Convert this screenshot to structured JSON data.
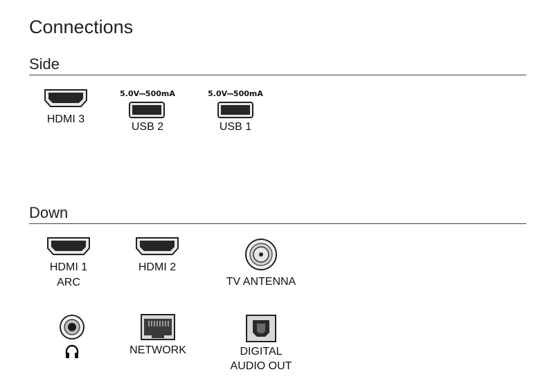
{
  "title": "Connections",
  "sections": {
    "side": {
      "heading": "Side",
      "ports": [
        {
          "label": "HDMI 3",
          "icon": "hdmi-port-icon"
        },
        {
          "label": "USB 2",
          "spec": "5.0V⎓500mA",
          "icon": "usb-port-icon"
        },
        {
          "label": "USB 1",
          "spec": "5.0V⎓500mA",
          "icon": "usb-port-icon"
        }
      ]
    },
    "down": {
      "heading": "Down",
      "ports": [
        {
          "label": "HDMI 1",
          "label2": "ARC",
          "icon": "hdmi-port-icon"
        },
        {
          "label": "HDMI 2",
          "icon": "hdmi-port-icon"
        },
        {
          "label": "TV ANTENNA",
          "icon": "coaxial-antenna-icon"
        },
        {
          "label": "",
          "icon": "headphone-jack-icon"
        },
        {
          "label": "NETWORK",
          "icon": "ethernet-port-icon"
        },
        {
          "label": "DIGITAL",
          "label2": "AUDIO OUT",
          "icon": "optical-port-icon"
        }
      ]
    }
  }
}
